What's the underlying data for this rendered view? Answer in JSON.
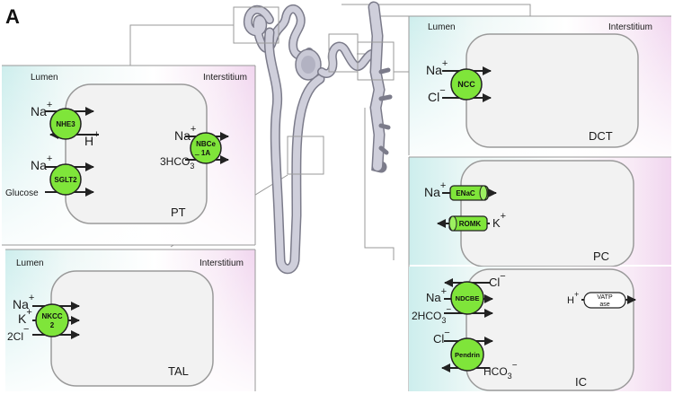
{
  "figure_label": "A",
  "lumen": "Lumen",
  "interstitium": "Interstitium",
  "pt": {
    "segment": "PT",
    "na1": "Na",
    "na1_sup": "+",
    "nhe3": "NHE3",
    "h": "H",
    "h_sup": "+",
    "na2": "Na",
    "na2_sup": "+",
    "sglt2": "SGLT2",
    "glucose": "Glucose",
    "na3": "Na",
    "na3_sup": "+",
    "nbce_line1": "NBCe",
    "nbce_line2": "1A",
    "hco3": "3HCO",
    "hco3_sub": "3",
    "hco3_sup": "−"
  },
  "tal": {
    "segment": "TAL",
    "na": "Na",
    "na_sup": "+",
    "k": "K",
    "k_sup": "+",
    "cl": "2Cl",
    "cl_sup": "−",
    "nkcc_line1": "NKCC",
    "nkcc_line2": "2"
  },
  "dct": {
    "segment": "DCT",
    "na": "Na",
    "na_sup": "+",
    "cl": "Cl",
    "cl_sup": "−",
    "ncc": "NCC"
  },
  "pc": {
    "segment": "PC",
    "na": "Na",
    "na_sup": "+",
    "enac": "ENaC",
    "romk": "ROMK",
    "k": "K",
    "k_sup": "+"
  },
  "ic": {
    "segment": "IC",
    "cl1": "Cl",
    "cl1_sup": "−",
    "na": "Na",
    "na_sup": "+",
    "ndcbe": "NDCBE",
    "hco3a": "2HCO",
    "hco3a_sub": "3",
    "hco3a_sup": "−",
    "h": "H",
    "h_sup": "+",
    "vatp_line1": "VATP",
    "vatp_line2": "ase",
    "cl2": "Cl",
    "cl2_sup": "−",
    "pendrin": "Pendrin",
    "hco3b": "HCO",
    "hco3b_sub": "3",
    "hco3b_sup": "−"
  },
  "colors": {
    "transporter": "#7fe53a",
    "lumen_tint": "#d2f0ee",
    "interstitium_tint": "#f3d8f1",
    "cell": "#f2f2f2",
    "nephron": "#c5c5d2"
  }
}
